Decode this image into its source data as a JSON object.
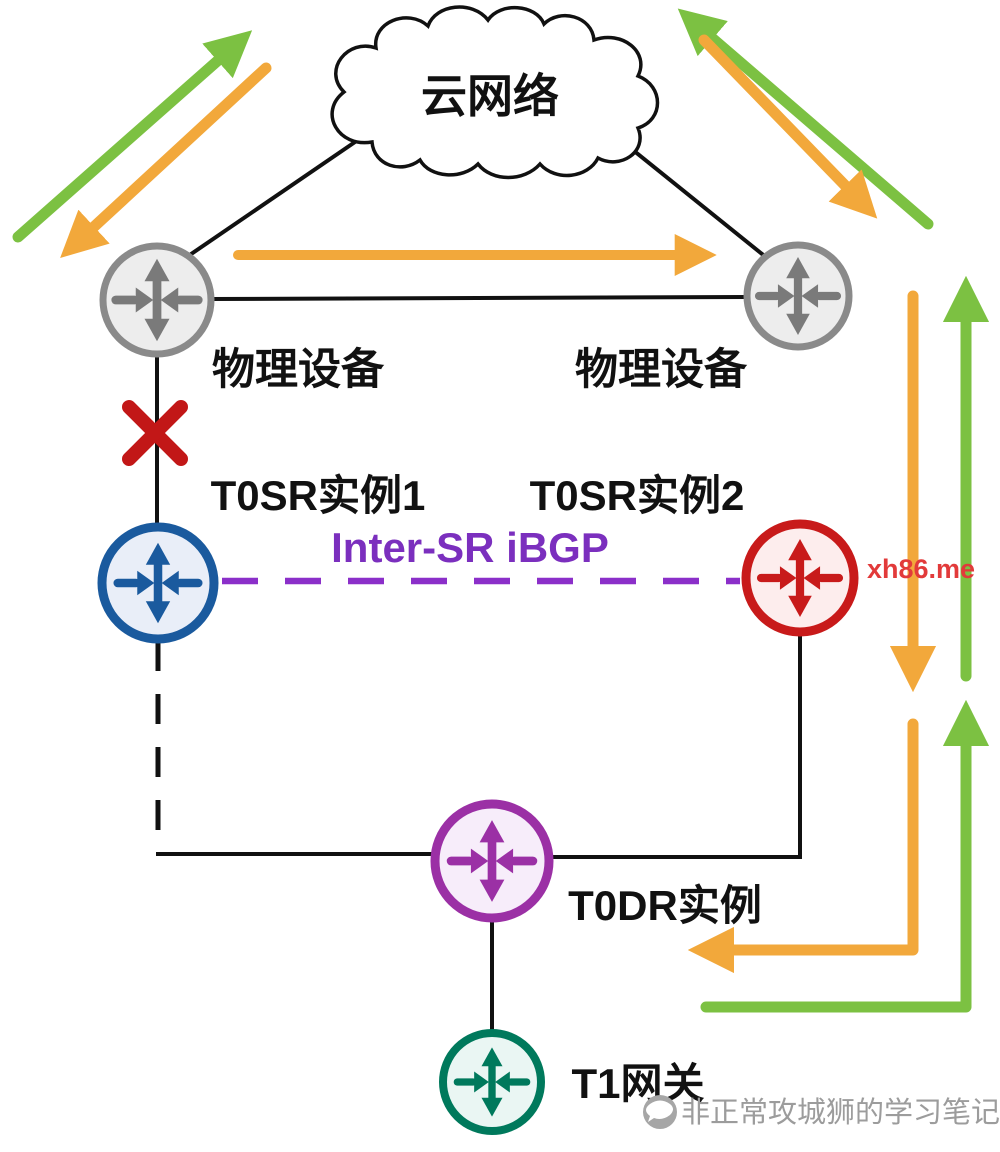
{
  "nodes": {
    "cloud": {
      "label": "云网络"
    },
    "physical_left": {
      "label": "物理设备"
    },
    "physical_right": {
      "label": "物理设备"
    },
    "t0sr1": {
      "label": "T0SR实例1"
    },
    "t0sr2": {
      "label": "T0SR实例2"
    },
    "t0dr": {
      "label": "T0DR实例"
    },
    "t1": {
      "label": "T1网关"
    }
  },
  "links": {
    "inter_sr": {
      "label": "Inter-SR iBGP",
      "style": "dashed"
    },
    "failed_uplink": {
      "marker": "red-x"
    }
  },
  "watermarks": {
    "site": "xh86.me",
    "credit": "非正常攻城狮的学习笔记"
  },
  "colors": {
    "orange_arrow": "#F2A83B",
    "green_arrow": "#7CC142",
    "gray_router": "#8A8A8A",
    "blue_router": "#1A5A9E",
    "red_router": "#C81A1A",
    "purple_router": "#9B30A5",
    "teal_router": "#00795C",
    "inter_sr_text": "#7B2FBE",
    "inter_sr_dash": "#8B2FC9",
    "fail_x": "#C21717",
    "site_watermark": "#E23A3A",
    "credit_watermark": "#9C9C9C",
    "line": "#111111"
  }
}
